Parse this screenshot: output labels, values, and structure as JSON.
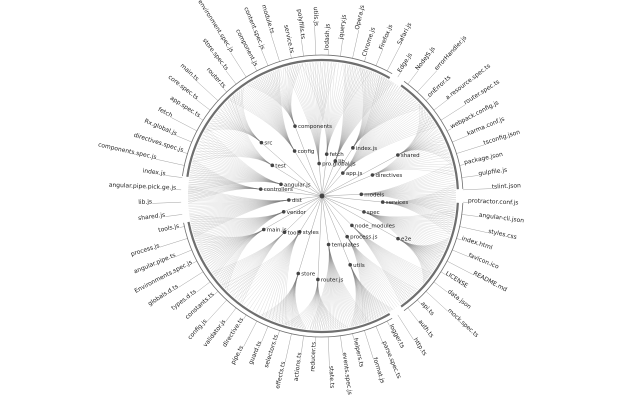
{
  "diagram": {
    "type": "radial-tree",
    "colors": {
      "background": "#ffffff",
      "link": "#555555",
      "node": "#444444",
      "text": "#222222",
      "ring": "#6e6e6e"
    },
    "inner_labels": [
      "controllers",
      "angular.js",
      "test",
      "src",
      "config",
      "components",
      "pro.global.js",
      "fetch",
      "lib",
      "index.js",
      "app.js",
      "shared",
      "directives",
      "models",
      "services",
      "spec",
      "e2e",
      "node_modules",
      "process.js",
      "utils",
      "templates",
      "router.js",
      "store",
      "styles",
      "tools",
      "main.js",
      "vendor",
      "dist"
    ],
    "readable_labels": [
      "angular.pipe.pick.ge.js",
      "index.js",
      "components.spec.js",
      "directives.spec.js",
      "Rx.global.js",
      "fetch",
      "app.spec.ts",
      "core.spec.ts",
      "main.ts",
      "router.ts",
      "store.spec.ts",
      "environment.spec.js",
      "component.js",
      "content.spec.js",
      "module.ts",
      "service.ts",
      "polyfills.ts",
      "utils.js",
      "lodash.js",
      "jquery.js",
      "Opera.js",
      "Chrome.js",
      "Firefox.js",
      "Safari.js",
      "Edge.js",
      "NodeJS.js",
      "errorHandler.js",
      "onError.ts",
      "a.resource.spec.ts",
      "router.spec.ts",
      "webpack.config.js",
      "karma.conf.js",
      "tsconfig.json",
      "package.json",
      "gulpfile.js",
      "tslint.json",
      "protractor.conf.js",
      "angular-cli.json",
      "styles.css",
      "index.html",
      "favicon.ico",
      "README.md",
      "LICENSE",
      "data.json",
      "mock.spec.ts",
      "api.ts",
      "auth.ts",
      "http.ts",
      "logger.ts",
      "parse.spec.ts",
      "format.js",
      "helpers.ts",
      "events.spec.js",
      "state.ts",
      "reducer.ts",
      "actions.ts",
      "effects.ts",
      "selectors.ts",
      "guard.ts",
      "pipe.ts",
      "directive.ts",
      "validator.js",
      "config.js",
      "constants.ts",
      "types.d.ts",
      "globals.d.ts",
      "Environments.spec.js",
      "angular.pipe.ts",
      "process.js",
      "tools.js",
      "shared.js",
      "lib.js"
    ]
  }
}
